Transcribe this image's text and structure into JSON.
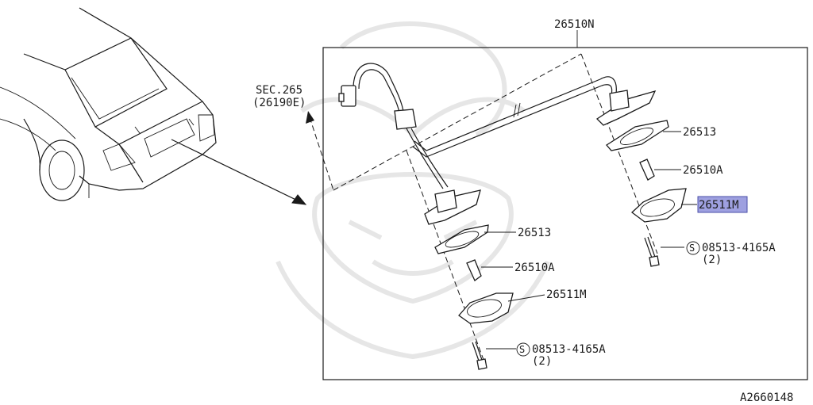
{
  "diagram": {
    "colors": {
      "line": "#1a1a1a",
      "highlight": "#9ea0e0",
      "watermark": "#e6e6e6"
    },
    "sec_ref": {
      "line1": "SEC.265",
      "line2": "(26190E)"
    },
    "labels": {
      "harness": "26510N",
      "gasket_right": "26513",
      "bulb_right": "26510A",
      "lamp_right": "26511M",
      "screw_right": "08513-4165A",
      "screw_right_qty": "(2)",
      "gasket_left": "26513",
      "bulb_left": "26510A",
      "lamp_left": "26511M",
      "screw_left": "08513-4165A",
      "screw_left_qty": "(2)",
      "screw_symbol": "S"
    },
    "diagram_code": "A2660148"
  }
}
